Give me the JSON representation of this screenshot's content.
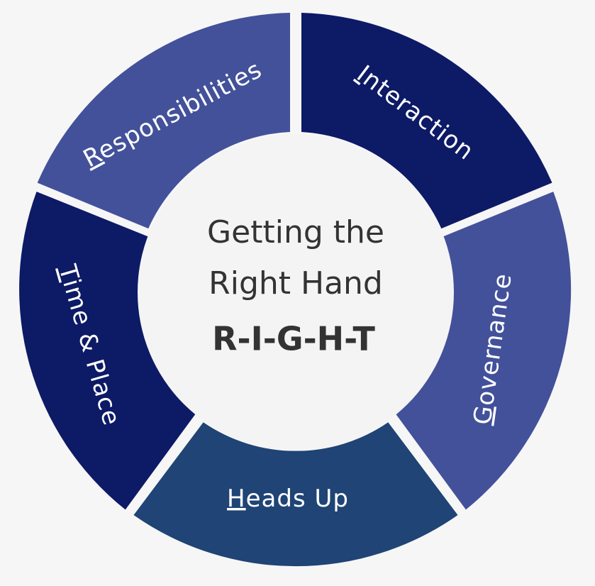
{
  "colors": {
    "background": "#f6f6f6",
    "center_fill": "#f4f4f4",
    "center_text": "#333333",
    "label_text": "#ffffff",
    "navy": "#0d1a66",
    "slate": "#43519a",
    "steel": "#1f4475"
  },
  "center": {
    "line1": "Getting the",
    "line2": "Right Hand",
    "line3": "R-I-G-H-T"
  },
  "segments": [
    {
      "id": "responsibilities",
      "initial": "R",
      "rest": "esponsibilities",
      "color": "#43519a"
    },
    {
      "id": "interaction",
      "initial": "I",
      "rest": "nteraction",
      "color": "#0d1a66"
    },
    {
      "id": "governance",
      "initial": "G",
      "rest": "overnance",
      "color": "#43519a"
    },
    {
      "id": "heads-up",
      "initial": "H",
      "rest": "eads Up",
      "color": "#1f4475"
    },
    {
      "id": "time-place",
      "initial": "T",
      "rest": "ime & Place",
      "color": "#0d1a66"
    }
  ]
}
